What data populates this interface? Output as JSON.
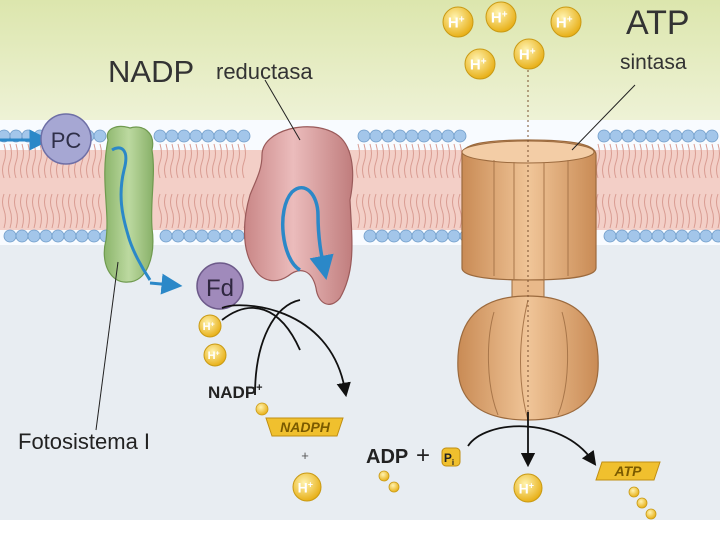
{
  "labels": {
    "nadp_reductasa_big": "NADP",
    "nadp_reductasa_small": "reductasa",
    "atp_title": "ATP",
    "atp_sintasa": "sintasa",
    "pc": "PC",
    "fd": "Fd",
    "fotosistema": "Fotosistema I",
    "nadp_plus": "NADP",
    "nadp_plus_sup": "+",
    "nadph": "NADPH",
    "plus_small": "+",
    "adp": "ADP",
    "plus_big": "+",
    "pi": "P",
    "pi_sub": "i",
    "atp_product": "ATP",
    "proton": "H",
    "proton_sup": "+"
  },
  "colors": {
    "top_gradient_start": "#dfe7b2",
    "top_gradient_end": "#eef3d8",
    "lumen_bg": "#e9eef3",
    "lipid_head": "#9fc3e8",
    "lipid_tail_band": "#f2c9c2",
    "psi_green": "#a9c98a",
    "reductase_pink": "#d9a3a3",
    "atp_synthase": "#e4b282",
    "proton_yellow": "#f2c431",
    "pc_purple": "#9fa0cf",
    "fd_purple": "#9e89b7",
    "electron_arrow": "#2b88c8"
  }
}
